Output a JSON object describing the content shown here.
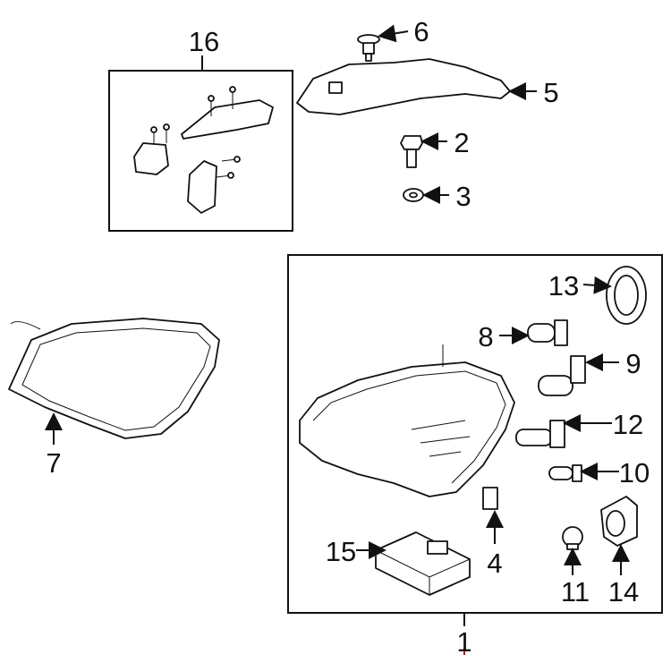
{
  "diagram": {
    "callouts": [
      {
        "id": "16",
        "part": "bracket-kit"
      },
      {
        "id": "6",
        "part": "rivet"
      },
      {
        "id": "5",
        "part": "mounting-bracket"
      },
      {
        "id": "2",
        "part": "bolt"
      },
      {
        "id": "3",
        "part": "washer"
      },
      {
        "id": "7",
        "part": "headlamp-gasket"
      },
      {
        "id": "13",
        "part": "cap-seal"
      },
      {
        "id": "8",
        "part": "bulb"
      },
      {
        "id": "9",
        "part": "bulb"
      },
      {
        "id": "12",
        "part": "bulb"
      },
      {
        "id": "10",
        "part": "bulb"
      },
      {
        "id": "4",
        "part": "clip-nut"
      },
      {
        "id": "15",
        "part": "ballast-control-unit"
      },
      {
        "id": "11",
        "part": "bulb"
      },
      {
        "id": "14",
        "part": "bulb-socket"
      },
      {
        "id": "1",
        "part": "headlamp-assembly"
      }
    ],
    "colors": {
      "line": "#111111",
      "background": "#ffffff",
      "marker": "#cc0000"
    }
  }
}
